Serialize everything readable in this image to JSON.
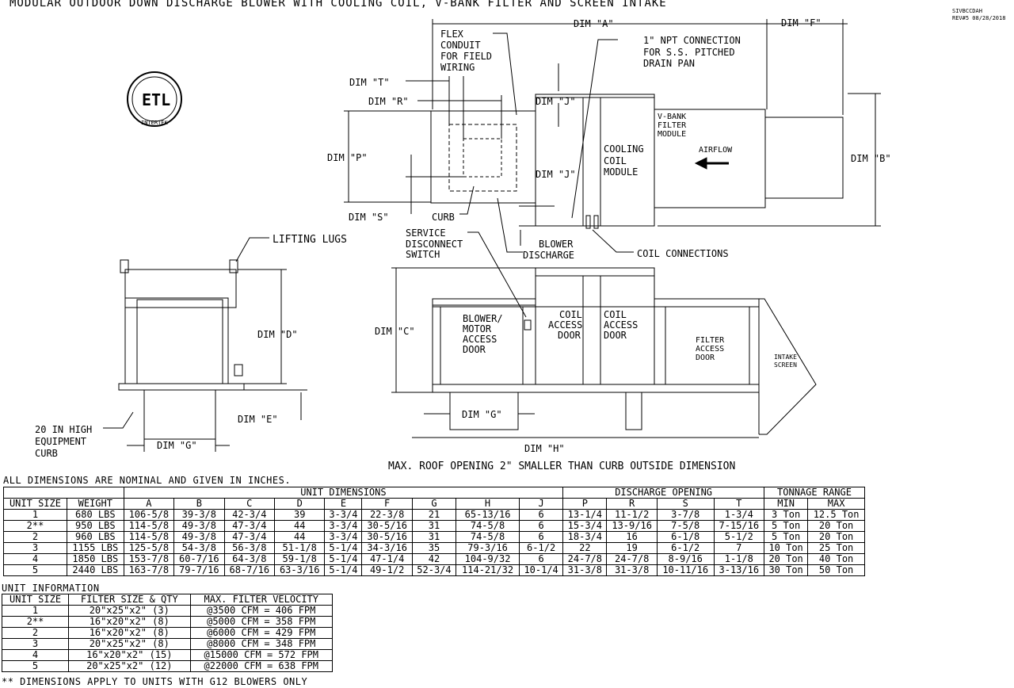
{
  "title": "MODULAR OUTDOOR DOWN DISCHARGE BLOWER WITH COOLING COIL, V-BANK FILTER AND SCREEN INTAKE",
  "revision": {
    "code": "SIVBCCDAH",
    "rev": "REV#5 08/28/2018"
  },
  "logo_text": "ETL",
  "logo_sub": "INTERTEK",
  "labels": {
    "dim_a": "DIM \"A\"",
    "dim_b": "DIM \"B\"",
    "dim_c": "DIM \"C\"",
    "dim_d": "DIM \"D\"",
    "dim_e": "DIM \"E\"",
    "dim_f": "DIM \"F\"",
    "dim_g1": "DIM \"G\"",
    "dim_g2": "DIM \"G\"",
    "dim_h": "DIM \"H\"",
    "dim_j1": "DIM \"J\"",
    "dim_j2": "DIM \"J\"",
    "dim_p": "DIM \"P\"",
    "dim_r": "DIM \"R\"",
    "dim_s": "DIM \"S\"",
    "dim_t": "DIM \"T\"",
    "flex1": "FLEX",
    "flex2": "CONDUIT",
    "flex3": "FOR FIELD",
    "flex4": "WIRING",
    "npt1": "1\" NPT CONNECTION",
    "npt2": "FOR S.S. PITCHED",
    "npt3": "DRAIN PAN",
    "vbank1": "V-BANK",
    "vbank2": "FILTER",
    "vbank3": "MODULE",
    "airflow": "AIRFLOW",
    "cool1": "COOLING",
    "cool2": "COIL",
    "cool3": "MODULE",
    "curb": "CURB",
    "blower1": "BLOWER",
    "blower2": "DISCHARGE",
    "coilconn": "COIL CONNECTIONS",
    "svc1": "SERVICE",
    "svc2": "DISCONNECT",
    "svc3": "SWITCH",
    "lugs": "LIFTING LUGS",
    "bm1": "BLOWER/",
    "bm2": "MOTOR",
    "bm3": "ACCESS",
    "bm4": "DOOR",
    "ca1": "COIL",
    "ca2": "ACCESS",
    "ca3": "DOOR",
    "cb1": "COIL",
    "cb2": "ACCESS",
    "cb3": "DOOR",
    "fa1": "FILTER",
    "fa2": "ACCESS",
    "fa3": "DOOR",
    "is1": "INTAKE",
    "is2": "SCREEN",
    "curb20a": "20 IN HIGH",
    "curb20b": "EQUIPMENT",
    "curb20c": "CURB",
    "roof_note": "MAX. ROOF OPENING 2\" SMALLER THAN CURB OUTSIDE DIMENSION"
  },
  "dimensions_table": {
    "caption": "ALL DIMENSIONS ARE NOMINAL AND GIVEN IN INCHES.",
    "group_unit": "UNIT DIMENSIONS",
    "group_discharge": "DISCHARGE OPENING",
    "group_tonnage": "TONNAGE RANGE",
    "headers": [
      "UNIT SIZE",
      "WEIGHT",
      "A",
      "B",
      "C",
      "D",
      "E",
      "F",
      "G",
      "H",
      "J",
      "P",
      "R",
      "S",
      "T",
      "MIN",
      "MAX"
    ],
    "rows": [
      [
        "1",
        "680 LBS",
        "106-5/8",
        "39-3/8",
        "42-3/4",
        "39",
        "3-3/4",
        "22-3/8",
        "21",
        "65-13/16",
        "6",
        "13-1/4",
        "11-1/2",
        "3-7/8",
        "1-3/4",
        "3 Ton",
        "12.5 Ton"
      ],
      [
        "2**",
        "950 LBS",
        "114-5/8",
        "49-3/8",
        "47-3/4",
        "44",
        "3-3/4",
        "30-5/16",
        "31",
        "74-5/8",
        "6",
        "15-3/4",
        "13-9/16",
        "7-5/8",
        "7-15/16",
        "5 Ton",
        "20 Ton"
      ],
      [
        "2",
        "960 LBS",
        "114-5/8",
        "49-3/8",
        "47-3/4",
        "44",
        "3-3/4",
        "30-5/16",
        "31",
        "74-5/8",
        "6",
        "18-3/4",
        "16",
        "6-1/8",
        "5-1/2",
        "5 Ton",
        "20 Ton"
      ],
      [
        "3",
        "1155 LBS",
        "125-5/8",
        "54-3/8",
        "56-3/8",
        "51-1/8",
        "5-1/4",
        "34-3/16",
        "35",
        "79-3/16",
        "6-1/2",
        "22",
        "19",
        "6-1/2",
        "7",
        "10 Ton",
        "25 Ton"
      ],
      [
        "4",
        "1850 LBS",
        "153-7/8",
        "60-7/16",
        "64-3/8",
        "59-1/8",
        "5-1/4",
        "47-1/4",
        "42",
        "104-9/32",
        "6",
        "24-7/8",
        "24-7/8",
        "8-9/16",
        "1-1/8",
        "20 Ton",
        "40 Ton"
      ],
      [
        "5",
        "2440 LBS",
        "163-7/8",
        "79-7/16",
        "68-7/16",
        "63-3/16",
        "5-1/4",
        "49-1/2",
        "52-3/4",
        "114-21/32",
        "10-1/4",
        "31-3/8",
        "31-3/8",
        "10-11/16",
        "3-13/16",
        "30 Ton",
        "50 Ton"
      ]
    ]
  },
  "unit_info": {
    "caption": "UNIT INFORMATION",
    "headers": [
      "UNIT SIZE",
      "FILTER SIZE & QTY",
      "MAX. FILTER VELOCITY"
    ],
    "rows": [
      [
        "1",
        "20\"x25\"x2\" (3)",
        "@3500 CFM = 406 FPM"
      ],
      [
        "2**",
        "16\"x20\"x2\" (8)",
        "@5000 CFM = 358 FPM"
      ],
      [
        "2",
        "16\"x20\"x2\" (8)",
        "@6000 CFM = 429 FPM"
      ],
      [
        "3",
        "20\"x25\"x2\" (8)",
        "@8000 CFM = 348 FPM"
      ],
      [
        "4",
        "16\"x20\"x2\" (15)",
        "@15000 CFM = 572 FPM"
      ],
      [
        "5",
        "20\"x25\"x2\" (12)",
        "@22000 CFM = 638 FPM"
      ]
    ]
  },
  "footnote": "** DIMENSIONS APPLY TO UNITS WITH G12 BLOWERS ONLY"
}
